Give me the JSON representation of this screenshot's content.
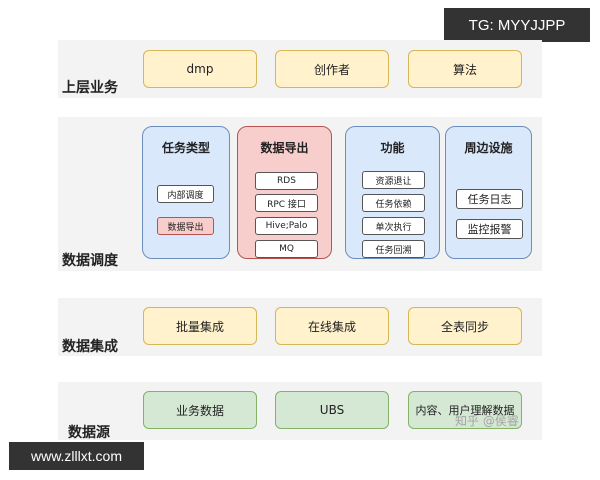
{
  "overlay": {
    "tag": "TG: MYYJJPP",
    "site": "www.zlllxt.com"
  },
  "layers": {
    "upper": {
      "label": "上层业务",
      "items": [
        "dmp",
        "创作者",
        "算法"
      ]
    },
    "scheduling": {
      "label": "数据调度",
      "panels": [
        {
          "title": "任务类型",
          "items": [
            "内部调度",
            "数据导出"
          ]
        },
        {
          "title": "数据导出",
          "items": [
            "RDS",
            "RPC 接口",
            "Hive;Palo",
            "MQ"
          ]
        },
        {
          "title": "功能",
          "items": [
            "资源退让",
            "任务依赖",
            "单次执行",
            "任务回溯"
          ]
        },
        {
          "title": "周边设施",
          "items": [
            "任务日志",
            "监控报警"
          ]
        }
      ]
    },
    "integration": {
      "label": "数据集成",
      "items": [
        "批量集成",
        "在线集成",
        "全表同步"
      ]
    },
    "source": {
      "label": "数据源",
      "items": [
        "业务数据",
        "UBS",
        "内容、用户理解数据"
      ]
    }
  },
  "watermark": "知乎 @侯睿",
  "colors": {
    "yellow": "#fff2cc",
    "green": "#d5e8d4",
    "blue": "#dae8fc",
    "red": "#f8cecc",
    "band": "#f3f3f3"
  }
}
